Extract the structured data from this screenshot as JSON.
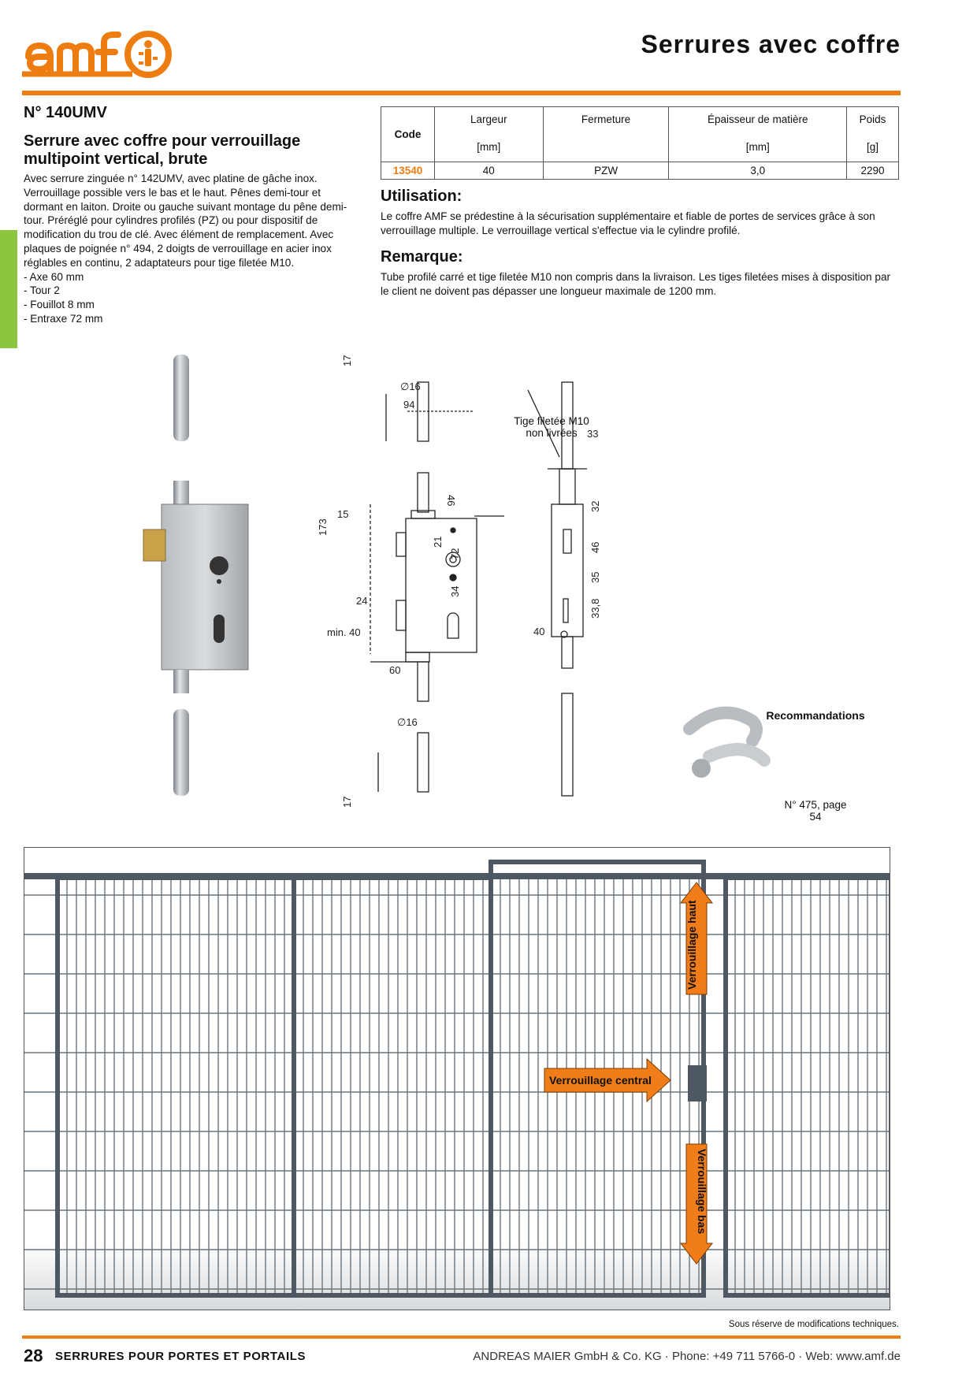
{
  "header": {
    "logo_text": "amf",
    "title": "Serrures avec coffre"
  },
  "product": {
    "number": "N° 140UMV",
    "name": "Serrure avec coffre pour verrouillage multipoint vertical, brute",
    "description": [
      "Avec serrure zinguée n° 142UMV, avec platine de gâche inox. Verrouillage possible vers le bas et le haut. Pênes demi-tour et dormant en laiton. Droite ou gauche suivant montage du pêne demi-tour. Préréglé pour cylindres profilés (PZ) ou pour dispositif de modification du trou de clé. Avec élément de remplacement. Avec plaques de poignée n° 494, 2 doigts de verrouillage en acier inox réglables en continu, 2 adaptateurs pour tige filetée M10.",
      "- Axe 60 mm",
      "- Tour 2",
      "- Fouillot 8 mm",
      "- Entraxe 72 mm"
    ]
  },
  "table": {
    "headers": [
      {
        "label": "Code",
        "unit": ""
      },
      {
        "label": "Largeur",
        "unit": "[mm]"
      },
      {
        "label": "Fermeture",
        "unit": ""
      },
      {
        "label": "Épaisseur de matière",
        "unit": "[mm]"
      },
      {
        "label": "Poids",
        "unit": "[g]"
      }
    ],
    "rows": [
      {
        "code": "13540",
        "largeur": "40",
        "fermeture": "PZW",
        "epaisseur": "3,0",
        "poids": "2290"
      }
    ]
  },
  "utilisation": {
    "title": "Utilisation:",
    "text": "Le coffre AMF se prédestine à la sécurisation supplémentaire et fiable de portes de services grâce à son verrouillage multiple. Le verrouillage vertical s'effectue via le cylindre profilé."
  },
  "remarque": {
    "title": "Remarque:",
    "text": "Tube profilé carré et tige filetée M10 non compris dans la livraison. Les tiges filetées mises à disposition par le client ne doivent pas dépasser une longueur maximale de 1200 mm."
  },
  "drawing": {
    "threaded_rod_label": "Tige filetée M10 non livrées",
    "dims": {
      "d17_top": "17",
      "d16_top": "∅16",
      "d94": "94",
      "d173": "173",
      "d15": "15",
      "d46": "46",
      "d21": "21",
      "d72": "72",
      "d24": "24",
      "d34": "34",
      "min40": "min. 40",
      "d60": "60",
      "d16_bottom": "∅16",
      "d17_bottom": "17",
      "d33": "33",
      "d32": "32",
      "d46b": "46",
      "d35": "35",
      "d33_8": "33,8",
      "d40": "40"
    }
  },
  "recommendations": {
    "title": "Recommandations",
    "ref": "N° 475, page 54"
  },
  "gate": {
    "label_top": "Verrouillage haut",
    "label_center": "Verrouillage central",
    "label_bottom": "Verrouillage bas",
    "arrow_color": "#f07d1a"
  },
  "footer": {
    "note": "Sous réserve de modifications techniques.",
    "page_number": "28",
    "section": "SERRURES POUR PORTES ET PORTAILS",
    "company": "ANDREAS MAIER GmbH & Co. KG · Phone: +49 711 5766-0 · Web: www.amf.de"
  }
}
